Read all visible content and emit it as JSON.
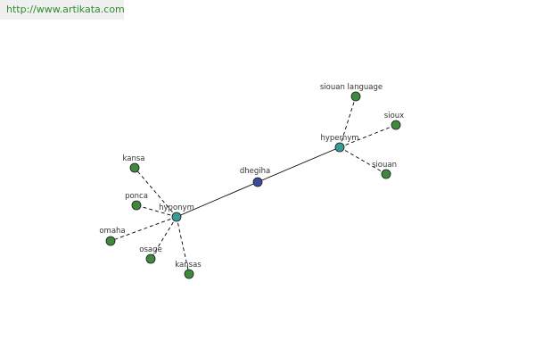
{
  "source_link": {
    "text": "http://www.artikata.com"
  },
  "colors": {
    "banner_text": "#2e8b2e",
    "banner_bg": "#f0f0f0",
    "center_node": "#3d4a9a",
    "hub_node": "#3a9a9a",
    "leaf_node": "#3d8a3d",
    "edge": "#000000"
  },
  "graph": {
    "center": {
      "id": "dhegiha",
      "label": "dhegiha"
    },
    "hubs": [
      {
        "id": "hyponym",
        "label": "hyponym",
        "relation": "hyponym",
        "leaves": [
          {
            "id": "kansa",
            "label": "kansa"
          },
          {
            "id": "ponca",
            "label": "ponca"
          },
          {
            "id": "omaha",
            "label": "omaha"
          },
          {
            "id": "osage",
            "label": "osage"
          },
          {
            "id": "kansas",
            "label": "kansas"
          }
        ]
      },
      {
        "id": "hypernym",
        "label": "hypernym",
        "relation": "hypernym",
        "leaves": [
          {
            "id": "siouan-language",
            "label": "siouan language"
          },
          {
            "id": "sioux",
            "label": "sioux"
          },
          {
            "id": "siouan",
            "label": "siouan"
          }
        ]
      }
    ]
  }
}
